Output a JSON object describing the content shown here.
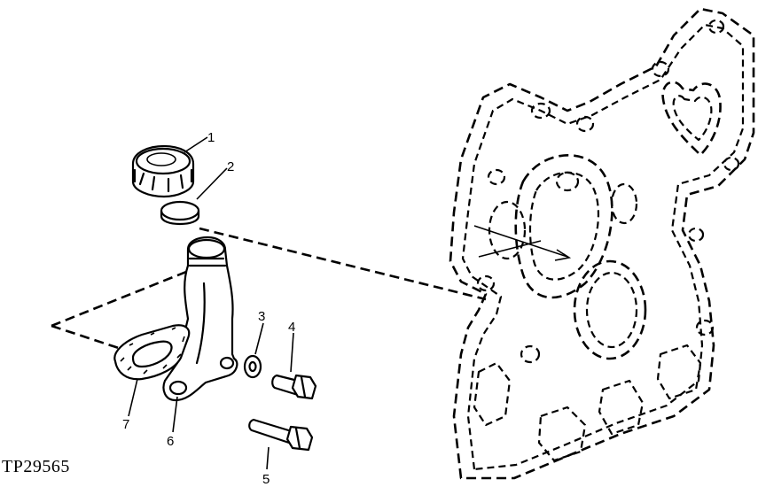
{
  "figure": {
    "id_label": "TP29565"
  },
  "callouts": [
    {
      "num": "1",
      "part": "cap"
    },
    {
      "num": "2",
      "part": "seal-disc"
    },
    {
      "num": "3",
      "part": "washer"
    },
    {
      "num": "4",
      "part": "short-bolt"
    },
    {
      "num": "5",
      "part": "long-bolt"
    },
    {
      "num": "6",
      "part": "filler-neck"
    },
    {
      "num": "7",
      "part": "gasket"
    }
  ]
}
